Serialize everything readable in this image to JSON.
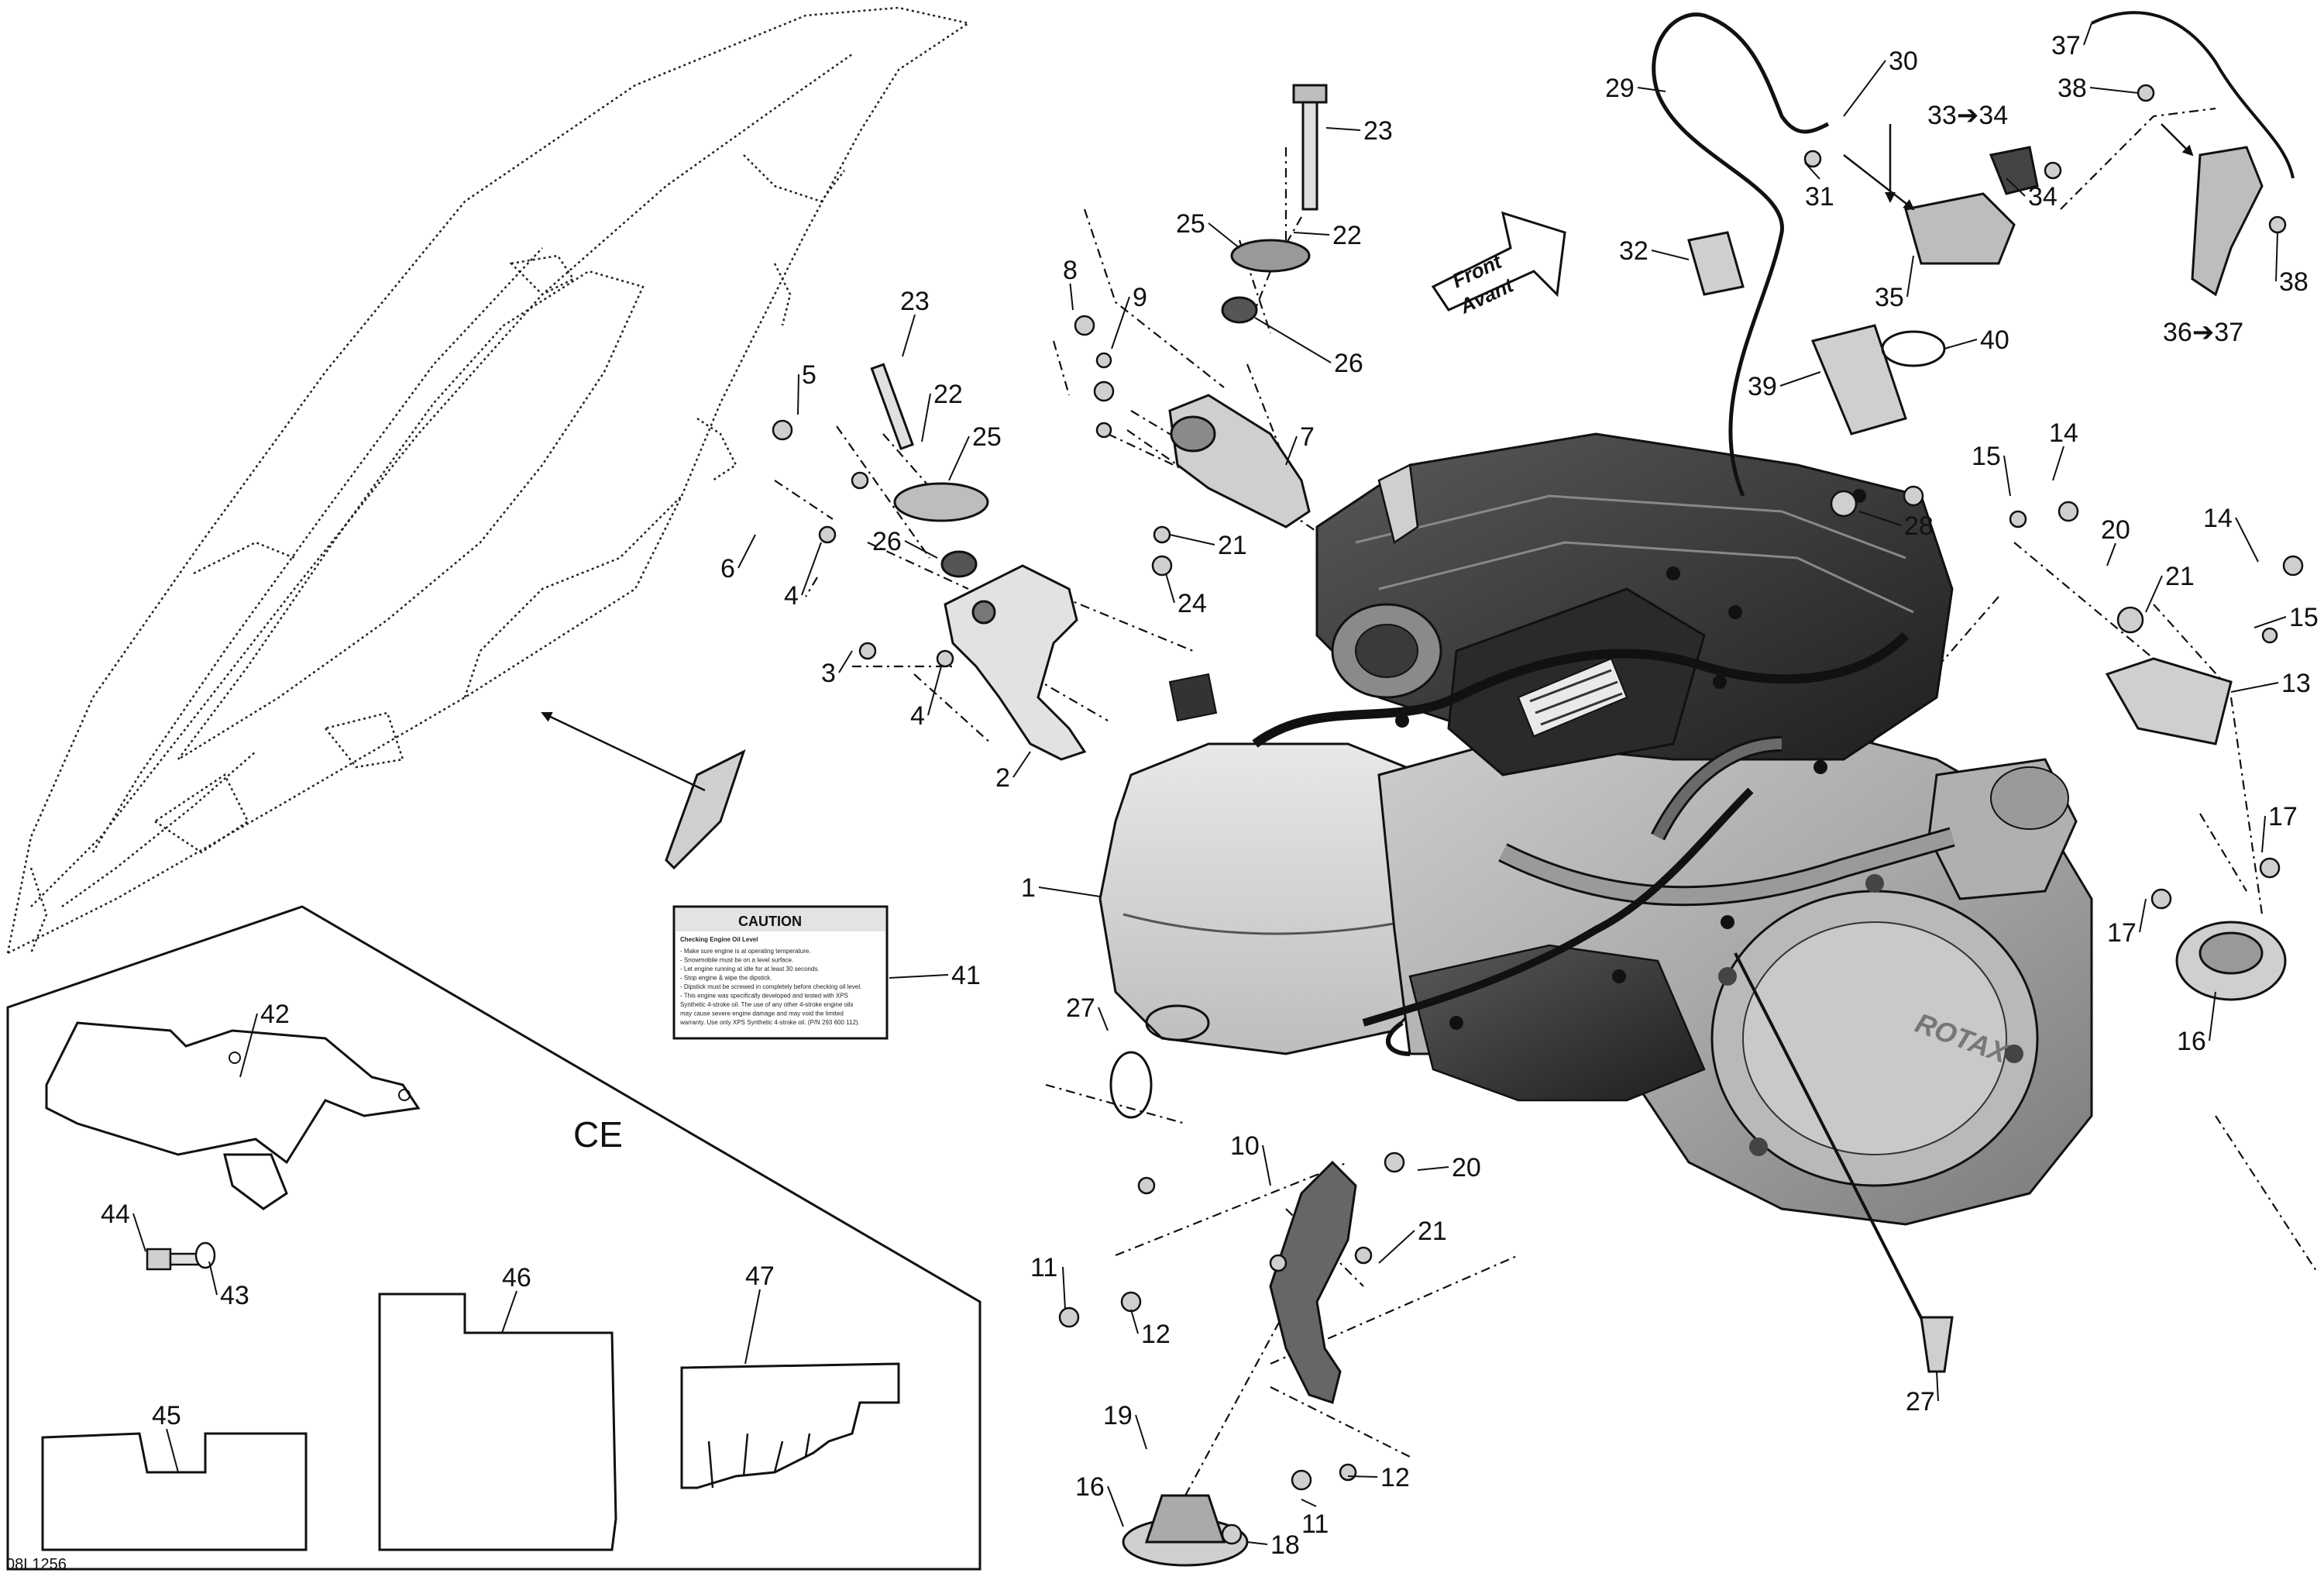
{
  "diagram": {
    "drawing_code": "08L1256",
    "region_label": "CE",
    "front_arrow": {
      "line1": "Front",
      "line2": "Avant"
    },
    "caution_decal": {
      "title": "CAUTION",
      "heading": "Checking Engine Oil Level",
      "lines": [
        "- Make sure engine is at operating temperature.",
        "- Snowmobile must be on a level surface.",
        "- Let engine running at idle for at least 30 seconds.",
        "- Stop engine & wipe the dipstick.",
        "- Dipstick must be screwed in completely before checking oil level.",
        "- This engine was specifically developed and tested with XPS",
        "  Synthetic 4-stroke oil. The use of any other 4-stroke engine oils",
        "  may cause severe engine damage and may void the limited",
        "  warranty. Use only XPS Synthetic 4-stroke oil. (P/N 293 600 112)."
      ]
    },
    "engine_brand": "ROTAX",
    "callouts": [
      {
        "id": "c30",
        "text": "30"
      },
      {
        "id": "c29",
        "text": "29"
      },
      {
        "id": "c31",
        "text": "31"
      },
      {
        "id": "c32",
        "text": "32"
      },
      {
        "id": "c33",
        "text": "33➔34"
      },
      {
        "id": "c34",
        "text": "34"
      },
      {
        "id": "c35",
        "text": "35"
      },
      {
        "id": "c36",
        "text": "36➔37"
      },
      {
        "id": "c37",
        "text": "37"
      },
      {
        "id": "c38a",
        "text": "38"
      },
      {
        "id": "c38b",
        "text": "38"
      },
      {
        "id": "c39",
        "text": "39"
      },
      {
        "id": "c40",
        "text": "40"
      },
      {
        "id": "c23a",
        "text": "23"
      },
      {
        "id": "c22a",
        "text": "22"
      },
      {
        "id": "c25a",
        "text": "25"
      },
      {
        "id": "c26a",
        "text": "26"
      },
      {
        "id": "c8",
        "text": "8"
      },
      {
        "id": "c9",
        "text": "9"
      },
      {
        "id": "c7",
        "text": "7"
      },
      {
        "id": "c21a",
        "text": "21"
      },
      {
        "id": "c24",
        "text": "24"
      },
      {
        "id": "c23b",
        "text": "23"
      },
      {
        "id": "c22b",
        "text": "22"
      },
      {
        "id": "c25b",
        "text": "25"
      },
      {
        "id": "c26b",
        "text": "26"
      },
      {
        "id": "c5",
        "text": "5"
      },
      {
        "id": "c6",
        "text": "6"
      },
      {
        "id": "c4a",
        "text": "4"
      },
      {
        "id": "c3",
        "text": "3"
      },
      {
        "id": "c4b",
        "text": "4"
      },
      {
        "id": "c2",
        "text": "2"
      },
      {
        "id": "c28",
        "text": "28"
      },
      {
        "id": "c15a",
        "text": "15"
      },
      {
        "id": "c14a",
        "text": "14"
      },
      {
        "id": "c20a",
        "text": "20"
      },
      {
        "id": "c21b",
        "text": "21"
      },
      {
        "id": "c14b",
        "text": "14"
      },
      {
        "id": "c15b",
        "text": "15"
      },
      {
        "id": "c13",
        "text": "13"
      },
      {
        "id": "c17a",
        "text": "17"
      },
      {
        "id": "c17b",
        "text": "17"
      },
      {
        "id": "c16a",
        "text": "16"
      },
      {
        "id": "c1",
        "text": "1"
      },
      {
        "id": "c41",
        "text": "41"
      },
      {
        "id": "c27a",
        "text": "27"
      },
      {
        "id": "c42",
        "text": "42"
      },
      {
        "id": "c44",
        "text": "44"
      },
      {
        "id": "c43",
        "text": "43"
      },
      {
        "id": "c46",
        "text": "46"
      },
      {
        "id": "c47",
        "text": "47"
      },
      {
        "id": "c45",
        "text": "45"
      },
      {
        "id": "c10",
        "text": "10"
      },
      {
        "id": "c20b",
        "text": "20"
      },
      {
        "id": "c21c",
        "text": "21"
      },
      {
        "id": "c11a",
        "text": "11"
      },
      {
        "id": "c12a",
        "text": "12"
      },
      {
        "id": "c19",
        "text": "19"
      },
      {
        "id": "c16b",
        "text": "16"
      },
      {
        "id": "c18",
        "text": "18"
      },
      {
        "id": "c12b",
        "text": "12"
      },
      {
        "id": "c11b",
        "text": "11"
      },
      {
        "id": "c27b",
        "text": "27"
      }
    ]
  }
}
